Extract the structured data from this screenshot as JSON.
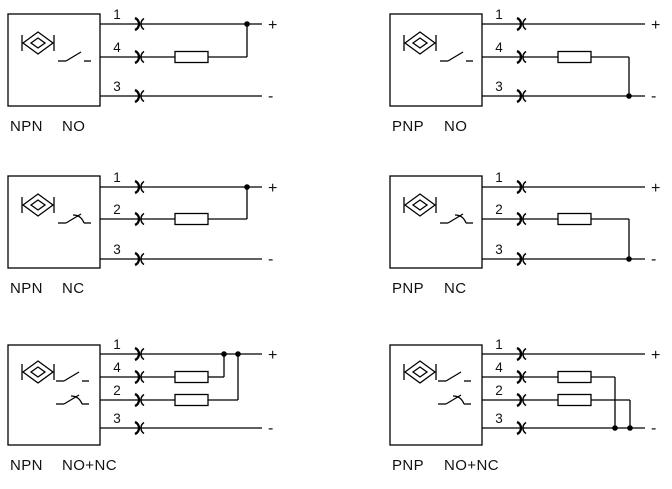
{
  "figure": {
    "background": "#ffffff",
    "stroke_color": "#000000",
    "text_color": "#111111",
    "description_labels": {
      "plus": "+",
      "minus": "-"
    }
  },
  "diagrams": [
    {
      "id": "npn-no",
      "type": "NPN",
      "mode": "NO",
      "pins": [
        "1",
        "4",
        "3"
      ],
      "plus": "+",
      "minus": "-"
    },
    {
      "id": "pnp-no",
      "type": "PNP",
      "mode": "NO",
      "pins": [
        "1",
        "4",
        "3"
      ],
      "plus": "+",
      "minus": "-"
    },
    {
      "id": "npn-nc",
      "type": "NPN",
      "mode": "NC",
      "pins": [
        "1",
        "2",
        "3"
      ],
      "plus": "+",
      "minus": "-"
    },
    {
      "id": "pnp-nc",
      "type": "PNP",
      "mode": "NC",
      "pins": [
        "1",
        "2",
        "3"
      ],
      "plus": "+",
      "minus": "-"
    },
    {
      "id": "npn-nonc",
      "type": "NPN",
      "mode": "NO+NC",
      "pins": [
        "1",
        "4",
        "2",
        "3"
      ],
      "plus": "+",
      "minus": "-"
    },
    {
      "id": "pnp-nonc",
      "type": "PNP",
      "mode": "NO+NC",
      "pins": [
        "1",
        "4",
        "2",
        "3"
      ],
      "plus": "+",
      "minus": "-"
    }
  ]
}
